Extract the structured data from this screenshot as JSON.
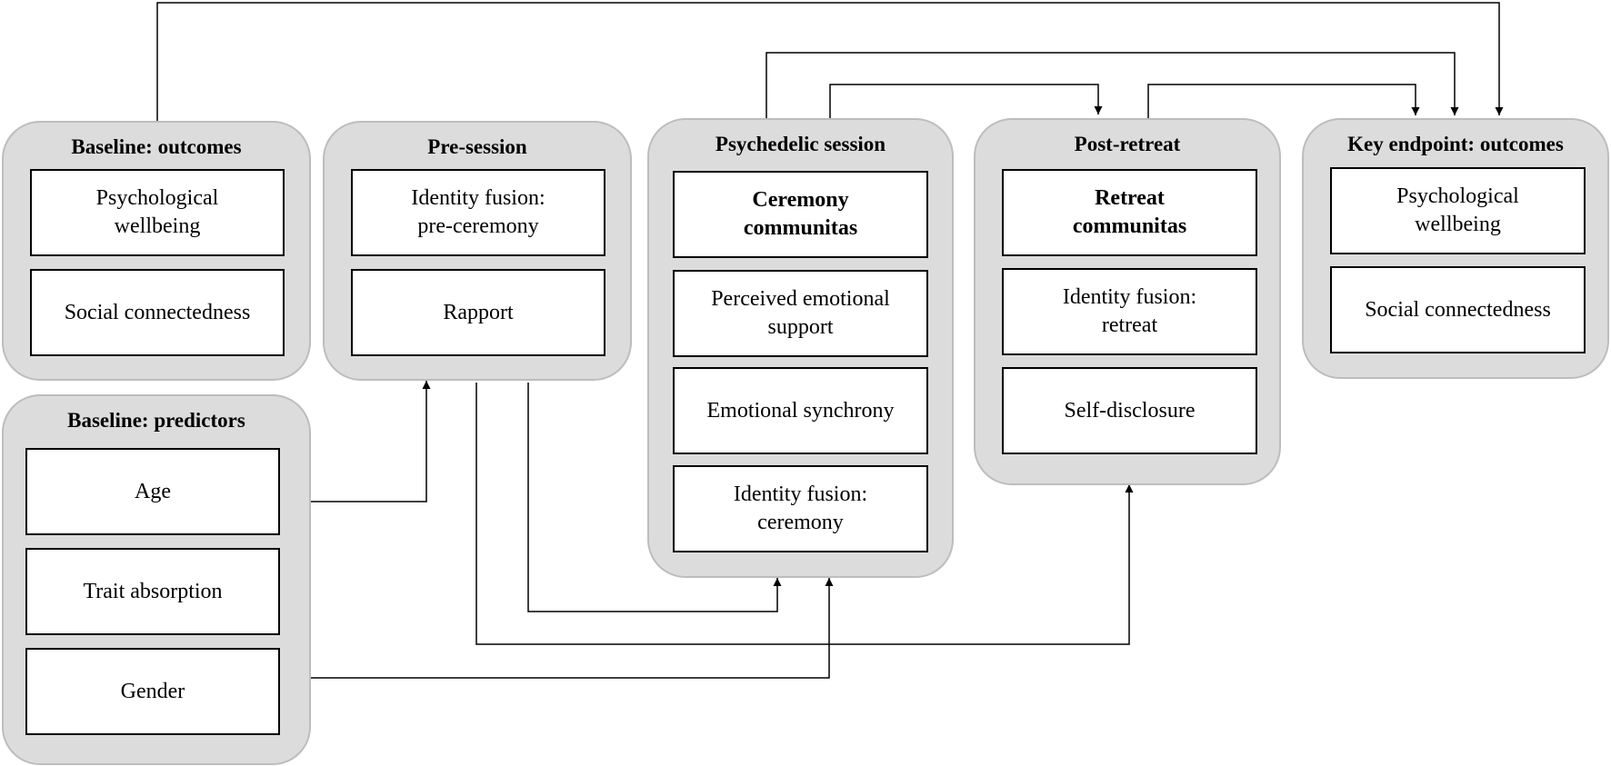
{
  "groups": {
    "baseline_outcomes": {
      "title": "Baseline: outcomes",
      "psych_wellbeing": "Psychological\nwellbeing",
      "social_connectedness": "Social connectedness"
    },
    "baseline_predictors": {
      "title": "Baseline: predictors",
      "age": "Age",
      "trait_absorption": "Trait absorption",
      "gender": "Gender"
    },
    "pre_session": {
      "title": "Pre-session",
      "identity_fusion_pre": "Identity fusion:\npre-ceremony",
      "rapport": "Rapport"
    },
    "psychedelic_session": {
      "title": "Psychedelic session",
      "ceremony_communitas": "Ceremony\ncommunitas",
      "perceived_support": "Perceived emotional\nsupport",
      "emotional_synchrony": "Emotional synchrony",
      "identity_fusion_ceremony": "Identity fusion:\nceremony"
    },
    "post_retreat": {
      "title": "Post-retreat",
      "retreat_communitas": "Retreat\ncommunitas",
      "identity_fusion_retreat": "Identity fusion:\nretreat",
      "self_disclosure": "Self-disclosure"
    },
    "key_endpoint": {
      "title": "Key endpoint: outcomes",
      "psych_wellbeing": "Psychological\nwellbeing",
      "social_connectedness": "Social connectedness"
    }
  }
}
